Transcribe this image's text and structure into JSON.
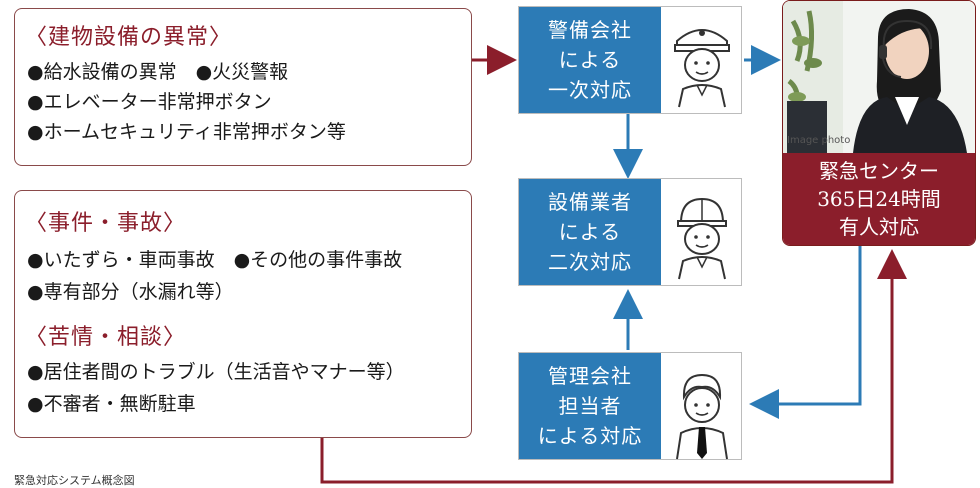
{
  "left_top": {
    "heading": "〈建物設備の異常〉",
    "items": [
      "●給水設備の異常　●火災警報",
      "●エレベーター非常押ボタン",
      "●ホームセキュリティ非常押ボタン等"
    ]
  },
  "left_bottom": {
    "heading1": "〈事件・事故〉",
    "items1": [
      "●いたずら・車両事故　●その他の事件事故",
      "●専有部分（水漏れ等）"
    ],
    "heading2": "〈苦情・相談〉",
    "items2": [
      "●居住者間のトラブル（生活音やマナー等）",
      "●不審者・無断駐車"
    ]
  },
  "nodes": {
    "security": [
      "警備会社",
      "による",
      "一次対応"
    ],
    "equipment": [
      "設備業者",
      "による",
      "二次対応"
    ],
    "management": [
      "管理会社",
      "担当者",
      "による対応"
    ]
  },
  "center": {
    "photo_caption": "Image photo",
    "lines": [
      "緊急センター",
      "365日24時間",
      "有人対応"
    ]
  },
  "caption": "緊急対応システム概念図",
  "colors": {
    "blue": "#2c7bb6",
    "red": "#8b1e2b",
    "arrow_red": "#8b1e2b",
    "arrow_blue": "#2c7bb6"
  }
}
